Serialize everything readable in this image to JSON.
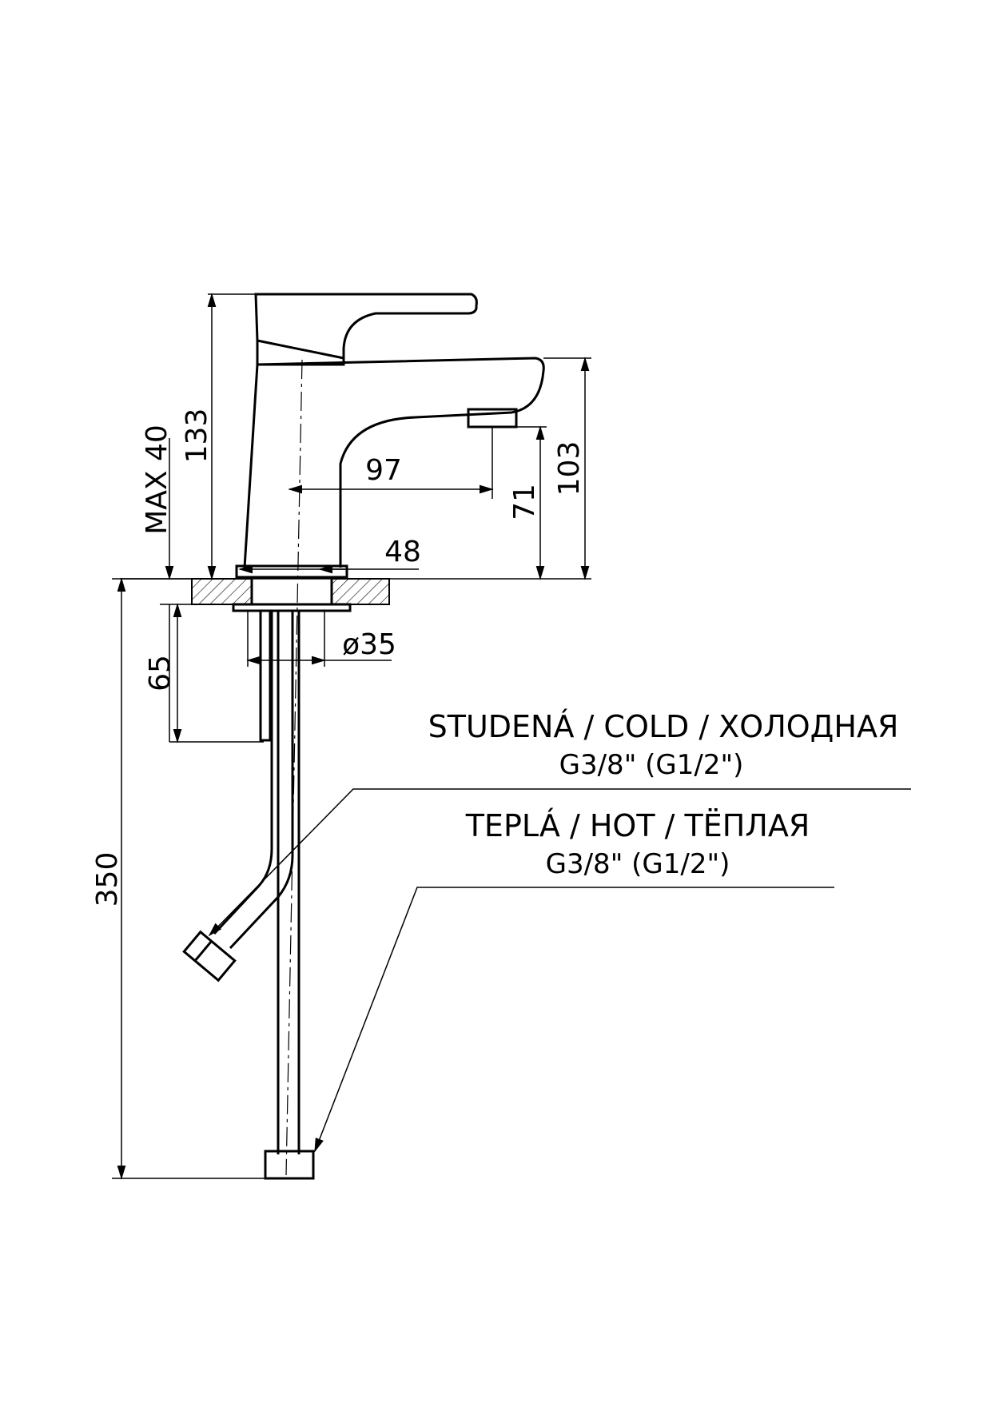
{
  "dimensions": {
    "height_total": "133",
    "max_thickness": "MAX 40",
    "spout_height": "103",
    "outlet_height": "71",
    "spout_reach": "97",
    "base_width": "48",
    "hole_diameter": "ø35",
    "shank_length": "65",
    "hose_length": "350"
  },
  "labels": {
    "cold": {
      "name": "STUDENÁ  /  COLD  /  ХОЛОДНАЯ",
      "thread": "G3/8\"  (G1/2\")"
    },
    "hot": {
      "name": "TEPLÁ  /  HOT   /  TЁПЛАЯ",
      "thread": "G3/8\"  (G1/2\")"
    }
  }
}
